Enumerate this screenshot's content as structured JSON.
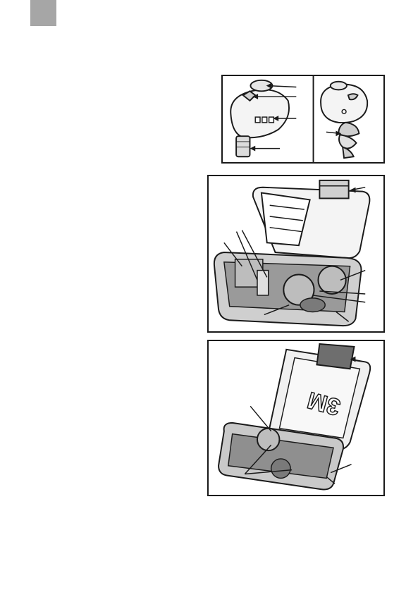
{
  "page": {
    "tab_color": "#a6a6a6",
    "ink_color": "#1a1a1a"
  },
  "figures": [
    {
      "id": "earbud",
      "label": "",
      "illustration": "earbud-illustration"
    },
    {
      "id": "case-open",
      "label": "",
      "illustration": "charging-case-open-illustration"
    },
    {
      "id": "case-3m",
      "label": "",
      "illustration": "3m-case-open-illustration"
    }
  ],
  "case_lid_logo": "3M"
}
